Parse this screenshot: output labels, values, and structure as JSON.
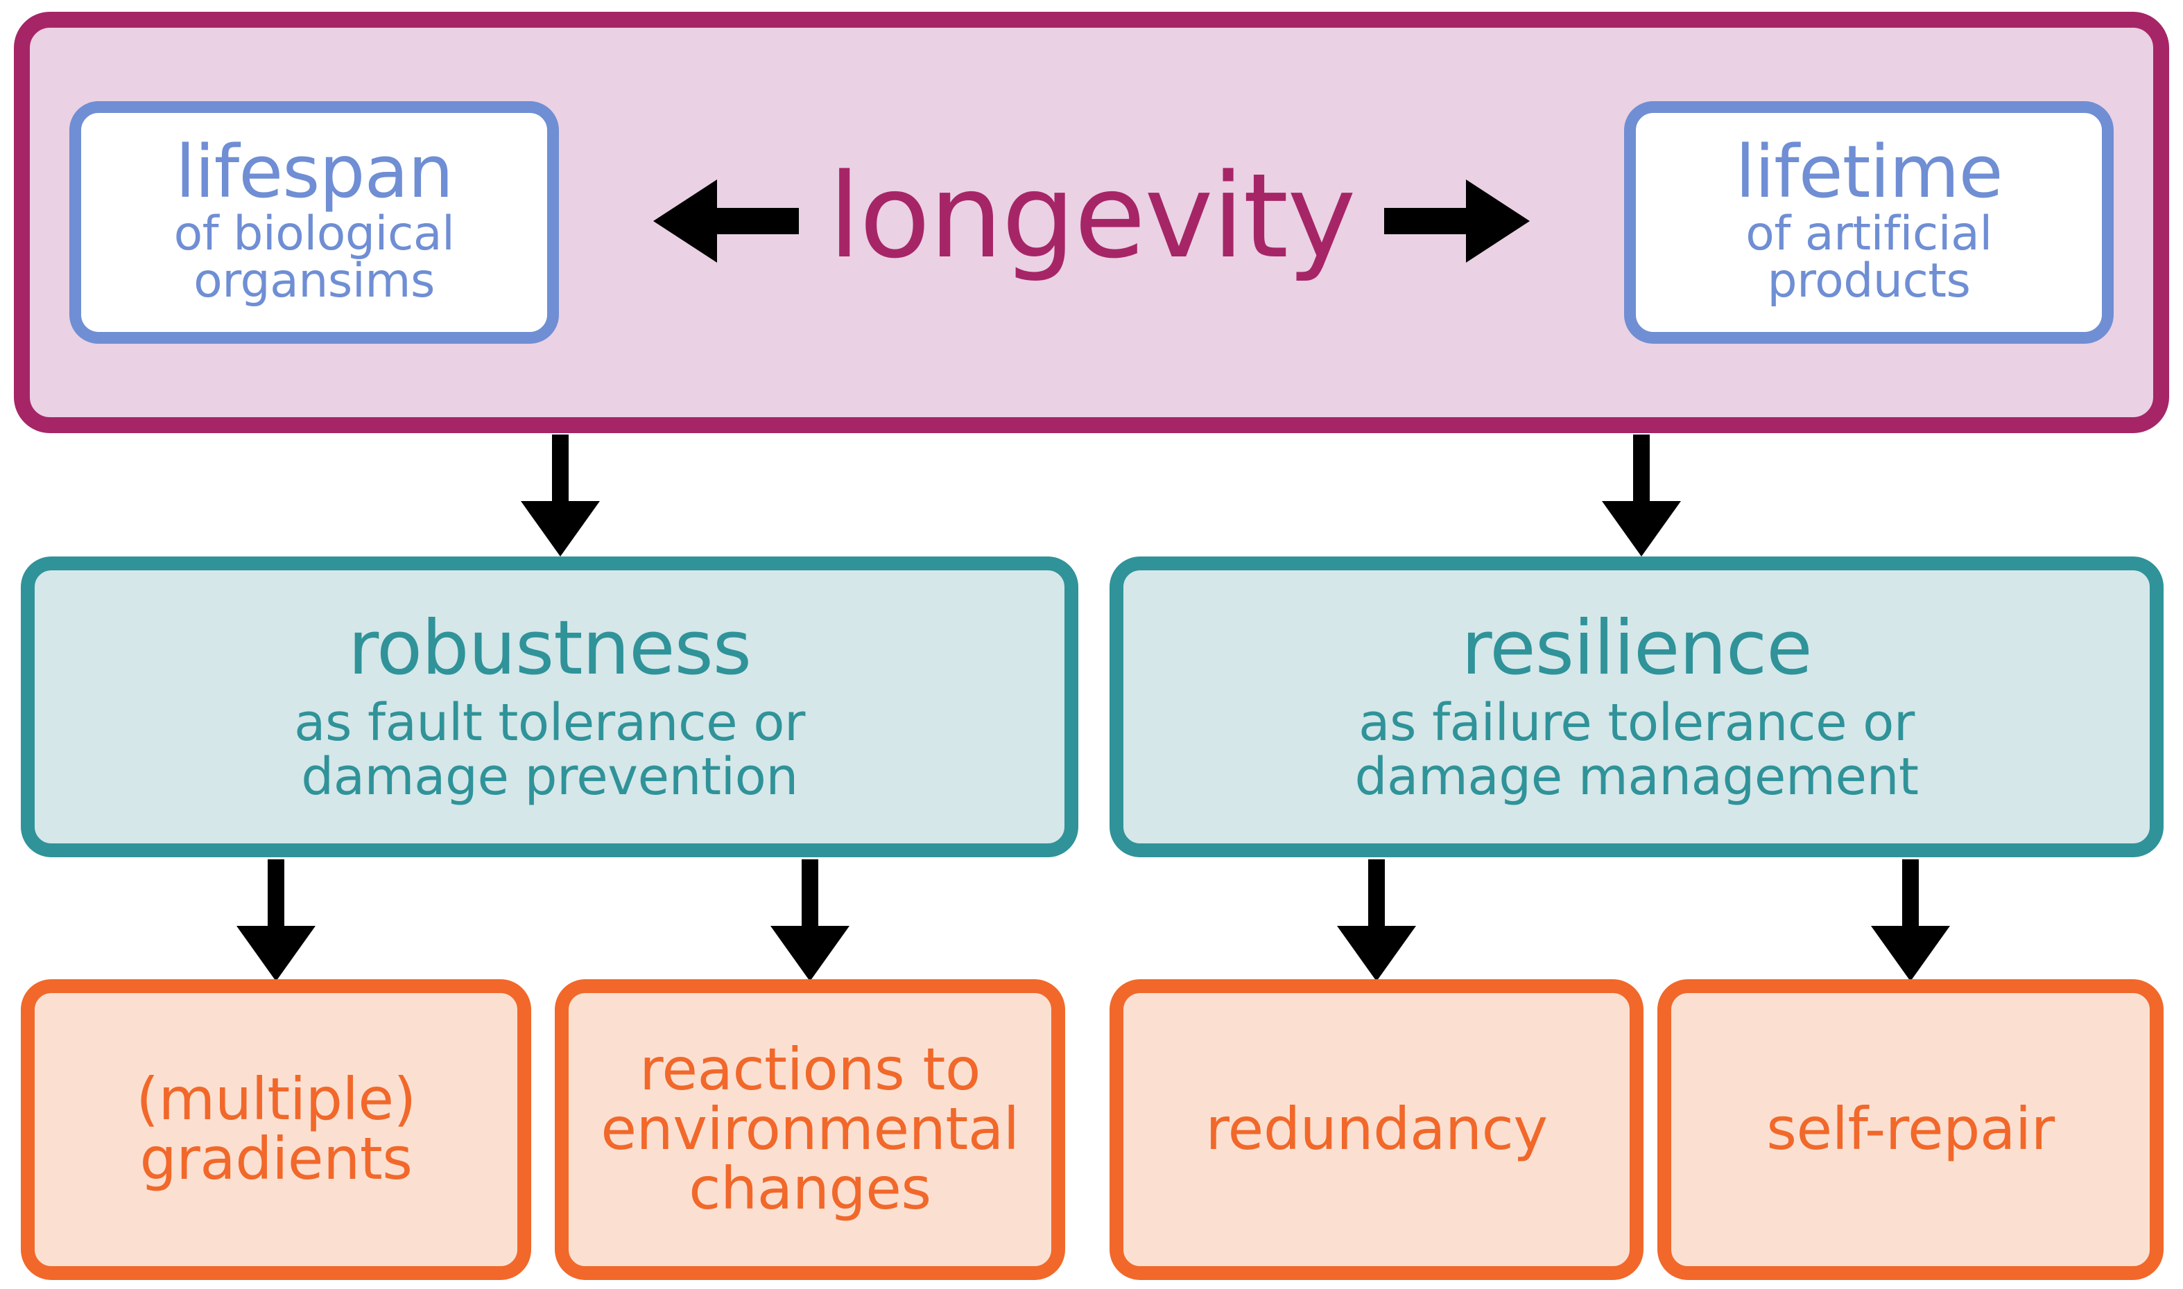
{
  "diagram": {
    "title": "longevity concept map",
    "colors": {
      "magenta": "#a62567",
      "pink_fill": "#ead1e3",
      "blue": "#6f8ed4",
      "white": "#ffffff",
      "teal": "#2f9399",
      "teal_fill": "#d5e7e9",
      "orange": "#f1682a",
      "orange_fill": "#fbe0d1",
      "arrow": "#000000"
    }
  },
  "top": {
    "center_word": "longevity",
    "left_arrow_icon": "arrow-left-icon",
    "right_arrow_icon": "arrow-right-icon",
    "left_box": {
      "title": "lifespan",
      "sub_line1": "of biological",
      "sub_line2": "organsims"
    },
    "right_box": {
      "title": "lifetime",
      "sub_line1": "of artificial",
      "sub_line2": "products"
    }
  },
  "middle": {
    "left_box": {
      "title": "robustness",
      "sub_line1": "as fault tolerance or",
      "sub_line2": "damage prevention"
    },
    "right_box": {
      "title": "resilience",
      "sub_line1": "as failure tolerance or",
      "sub_line2": "damage management"
    }
  },
  "bottom": {
    "boxes": [
      {
        "line1": "(multiple)",
        "line2": "gradients",
        "line3": ""
      },
      {
        "line1": "reactions to",
        "line2": "environmental",
        "line3": "changes"
      },
      {
        "line1": "redundancy",
        "line2": "",
        "line3": ""
      },
      {
        "line1": "self-repair",
        "line2": "",
        "line3": ""
      }
    ]
  },
  "arrows": {
    "down_icon": "arrow-down-icon",
    "count_top_to_middle": 2,
    "count_middle_to_bottom": 4
  }
}
